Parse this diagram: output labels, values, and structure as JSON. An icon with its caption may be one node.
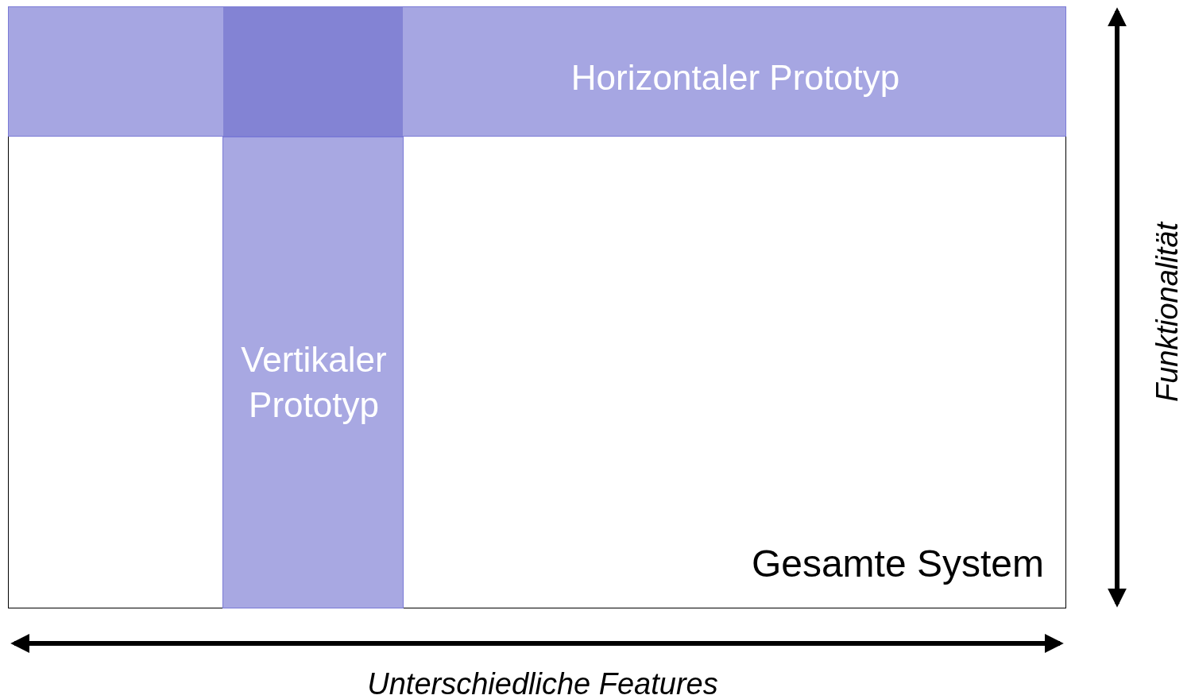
{
  "diagram": {
    "nodes": [
      {
        "text": [
          "Gesamte System"
        ]
      },
      {
        "text": [
          "Horizontaler Prototyp"
        ],
        "in": 0
      },
      {
        "text": [
          "Vertikaler Prototyp"
        ],
        "in": 0
      }
    ],
    "labels": [
      "Funktionalität",
      "Unterschiedliche Features"
    ]
  }
}
